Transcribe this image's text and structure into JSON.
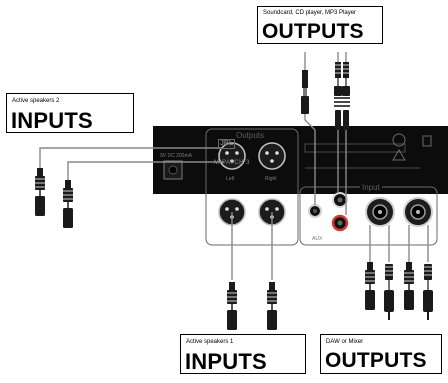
{
  "labels": {
    "top_outputs": {
      "small": "Soundcard, CD player, MP3 Player",
      "big": "OUTPUTS"
    },
    "left_inputs": {
      "small": "Active speakers 2",
      "big": "INPUTS"
    },
    "bottom_inputs": {
      "small": "Active speakers 1",
      "big": "INPUTS"
    },
    "bottom_outputs": {
      "small": "DAW or Mixer",
      "big": "OUTPUTS"
    }
  },
  "panel": {
    "logo": "JBL",
    "model": "M-PATCH 3",
    "outputs_title": "Outputs",
    "left": "Left",
    "right": "Right",
    "input_title": "Input",
    "dc_label": "9V DC 200mA",
    "aux_label": "AUX"
  },
  "colors": {
    "panel": "#0c0c0c",
    "panel_line": "#6a6a6a",
    "rca_red": "#d23a3a",
    "connector": "#1a1a1a"
  }
}
